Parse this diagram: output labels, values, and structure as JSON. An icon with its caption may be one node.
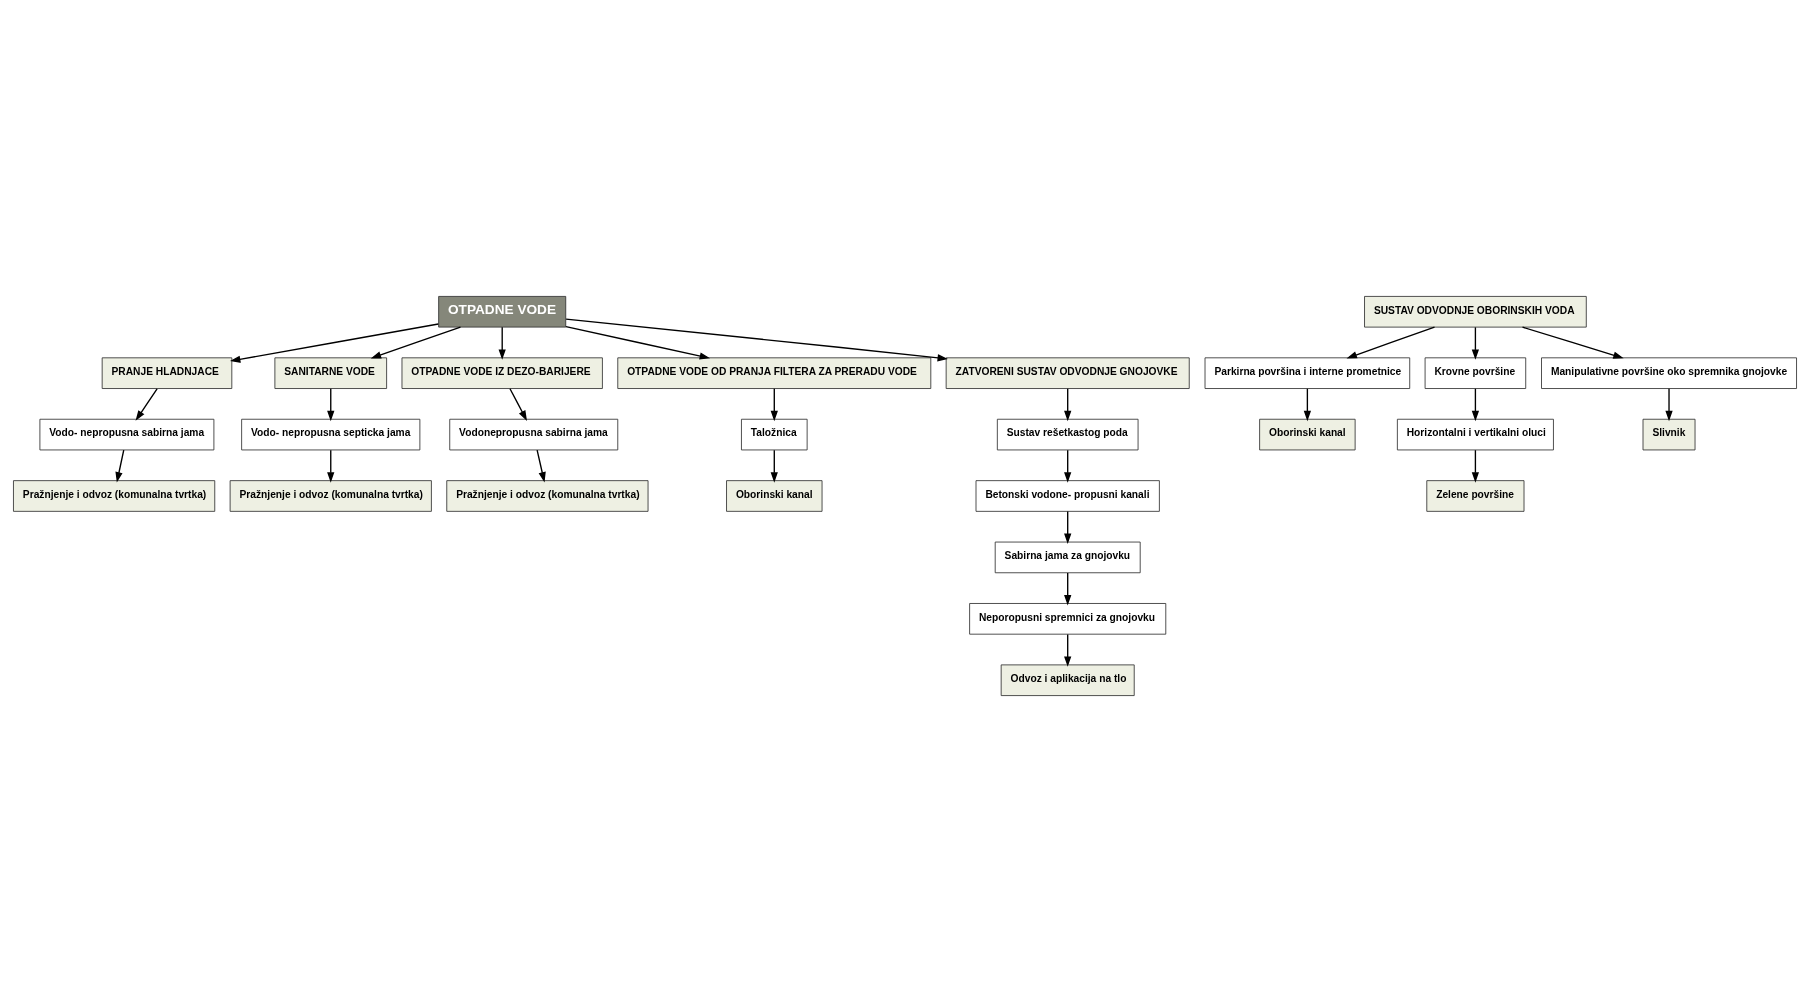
{
  "diagram": {
    "nodes": [
      {
        "text": [
          "OTPADNE VODE"
        ]
      },
      {
        "text": [
          "PRANJE HLADNJACE"
        ]
      },
      {
        "text": [
          "SANITARNE VODE"
        ]
      },
      {
        "text": [
          "OTPADNE VODE IZ DEZO-BARIJERE"
        ]
      },
      {
        "text": [
          "OTPADNE VODE OD PRANJA FILTERA ZA PRERADU VODE"
        ]
      },
      {
        "text": [
          "ZATVORENI SUSTAV ODVODNJE GNOJOVKE"
        ]
      },
      {
        "text": [
          "SUSTAV ODVODNJE OBORINSKIH VODA"
        ]
      },
      {
        "text": [
          "Vodo- nepropusna sabirna jama"
        ]
      },
      {
        "text": [
          "Pražnjenje i odvoz (komunalna tvrtka)"
        ]
      },
      {
        "text": [
          "Vodo- nepropusna septicka jama"
        ]
      },
      {
        "text": [
          "Pražnjenje i odvoz (komunalna tvrtka)"
        ]
      },
      {
        "text": [
          "Vodonepropusna sabirna jama"
        ]
      },
      {
        "text": [
          "Pražnjenje i odvoz (komunalna tvrtka)"
        ]
      },
      {
        "text": [
          "Taložnica"
        ]
      },
      {
        "text": [
          "Oborinski kanal"
        ]
      },
      {
        "text": [
          "Sustav rešetkastog poda"
        ]
      },
      {
        "text": [
          "Betonski vodone- propusni kanali"
        ]
      },
      {
        "text": [
          "Sabirna jama za gnojovku"
        ]
      },
      {
        "text": [
          "Neporopusni spremnici za gnojovku"
        ]
      },
      {
        "text": [
          "Odvoz i aplikacija na tlo"
        ]
      },
      {
        "text": [
          "Parkirna površina i interne prometnice"
        ]
      },
      {
        "text": [
          "Krovne površine"
        ]
      },
      {
        "text": [
          "Manipulativne površine oko spremnika gnojovke"
        ]
      },
      {
        "text": [
          "Oborinski kanal"
        ]
      },
      {
        "text": [
          "Horizontalni i vertikalni oluci"
        ]
      },
      {
        "text": [
          "Zelene površine"
        ]
      },
      {
        "text": [
          "Slivnik"
        ]
      }
    ],
    "edges": [
      {
        "from": 0,
        "to": 1,
        "arrow": "to"
      },
      {
        "from": 0,
        "to": 2,
        "arrow": "to"
      },
      {
        "from": 0,
        "to": 3,
        "arrow": "to"
      },
      {
        "from": 0,
        "to": 4,
        "arrow": "to"
      },
      {
        "from": 0,
        "to": 5,
        "arrow": "to"
      },
      {
        "from": 1,
        "to": 7,
        "arrow": "to"
      },
      {
        "from": 7,
        "to": 8,
        "arrow": "to"
      },
      {
        "from": 2,
        "to": 9,
        "arrow": "to"
      },
      {
        "from": 9,
        "to": 10,
        "arrow": "to"
      },
      {
        "from": 3,
        "to": 11,
        "arrow": "to"
      },
      {
        "from": 11,
        "to": 12,
        "arrow": "to"
      },
      {
        "from": 4,
        "to": 13,
        "arrow": "to"
      },
      {
        "from": 13,
        "to": 14,
        "arrow": "to"
      },
      {
        "from": 5,
        "to": 15,
        "arrow": "to"
      },
      {
        "from": 15,
        "to": 16,
        "arrow": "to"
      },
      {
        "from": 16,
        "to": 17,
        "arrow": "to"
      },
      {
        "from": 17,
        "to": 18,
        "arrow": "to"
      },
      {
        "from": 18,
        "to": 19,
        "arrow": "to"
      },
      {
        "from": 6,
        "to": 20,
        "arrow": "to"
      },
      {
        "from": 6,
        "to": 21,
        "arrow": "to"
      },
      {
        "from": 6,
        "to": 22,
        "arrow": "to"
      },
      {
        "from": 20,
        "to": 23,
        "arrow": "to"
      },
      {
        "from": 21,
        "to": 24,
        "arrow": "to"
      },
      {
        "from": 24,
        "to": 25,
        "arrow": "to"
      },
      {
        "from": 22,
        "to": 26,
        "arrow": "to"
      }
    ]
  }
}
